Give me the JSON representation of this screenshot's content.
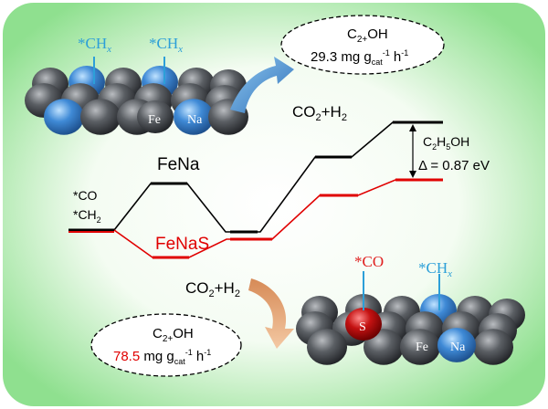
{
  "colors": {
    "background_center": "#ffffff",
    "background_edge": "#8fe08f",
    "fena_line": "#000000",
    "fenas_line": "#e00000",
    "fe_atom": "#404347",
    "na_atom": "#2f6fb8",
    "s_atom": "#b00000",
    "co_label": "#e02020",
    "chx_label": "#2c9fd8",
    "arrow_top": "#3a7fc8",
    "arrow_bottom": "#e0a070",
    "fenas_yield": "#e00000"
  },
  "top_catalyst": {
    "adsorbate_1_main": "*CH",
    "adsorbate_1_sub": "x",
    "adsorbate_2_main": "*CH",
    "adsorbate_2_sub": "x",
    "fe_label": "Fe",
    "na_label": "Na"
  },
  "top_reactants": {
    "main": "CO",
    "sub": "2",
    "tail": "+H",
    "sub2": "2"
  },
  "top_product_bubble": {
    "product_main": "C",
    "product_sub": "2+",
    "product_tail": "OH",
    "yield_value": "29.3",
    "unit_mg": "mg g",
    "unit_cat": "cat",
    "unit_exp1": "-1",
    "unit_h": " h",
    "unit_exp2": "-1"
  },
  "energy_diagram": {
    "fena_label": "FeNa",
    "fenas_label": "FeNaS",
    "start_label_1": "*CO",
    "start_label_2_main": "*CH",
    "start_label_2_sub": "2",
    "product_main": "C",
    "product_sub": "2",
    "product_mid": "H",
    "product_sub2": "5",
    "product_tail": "OH",
    "delta_text": "Δ = 0.87 eV"
  },
  "bottom_reactants": {
    "main": "CO",
    "sub": "2",
    "tail": "+H",
    "sub2": "2"
  },
  "bottom_catalyst": {
    "adsorbate_co": "*CO",
    "adsorbate_chx_main": "*CH",
    "adsorbate_chx_sub": "x",
    "s_label": "S",
    "fe_label": "Fe",
    "na_label": "Na"
  },
  "bottom_product_bubble": {
    "product_main": "C",
    "product_sub": "2+",
    "product_tail": "OH",
    "yield_value": "78.5",
    "unit_mg": "mg g",
    "unit_cat": "cat",
    "unit_exp1": "-1",
    "unit_h": " h",
    "unit_exp2": "-1"
  }
}
